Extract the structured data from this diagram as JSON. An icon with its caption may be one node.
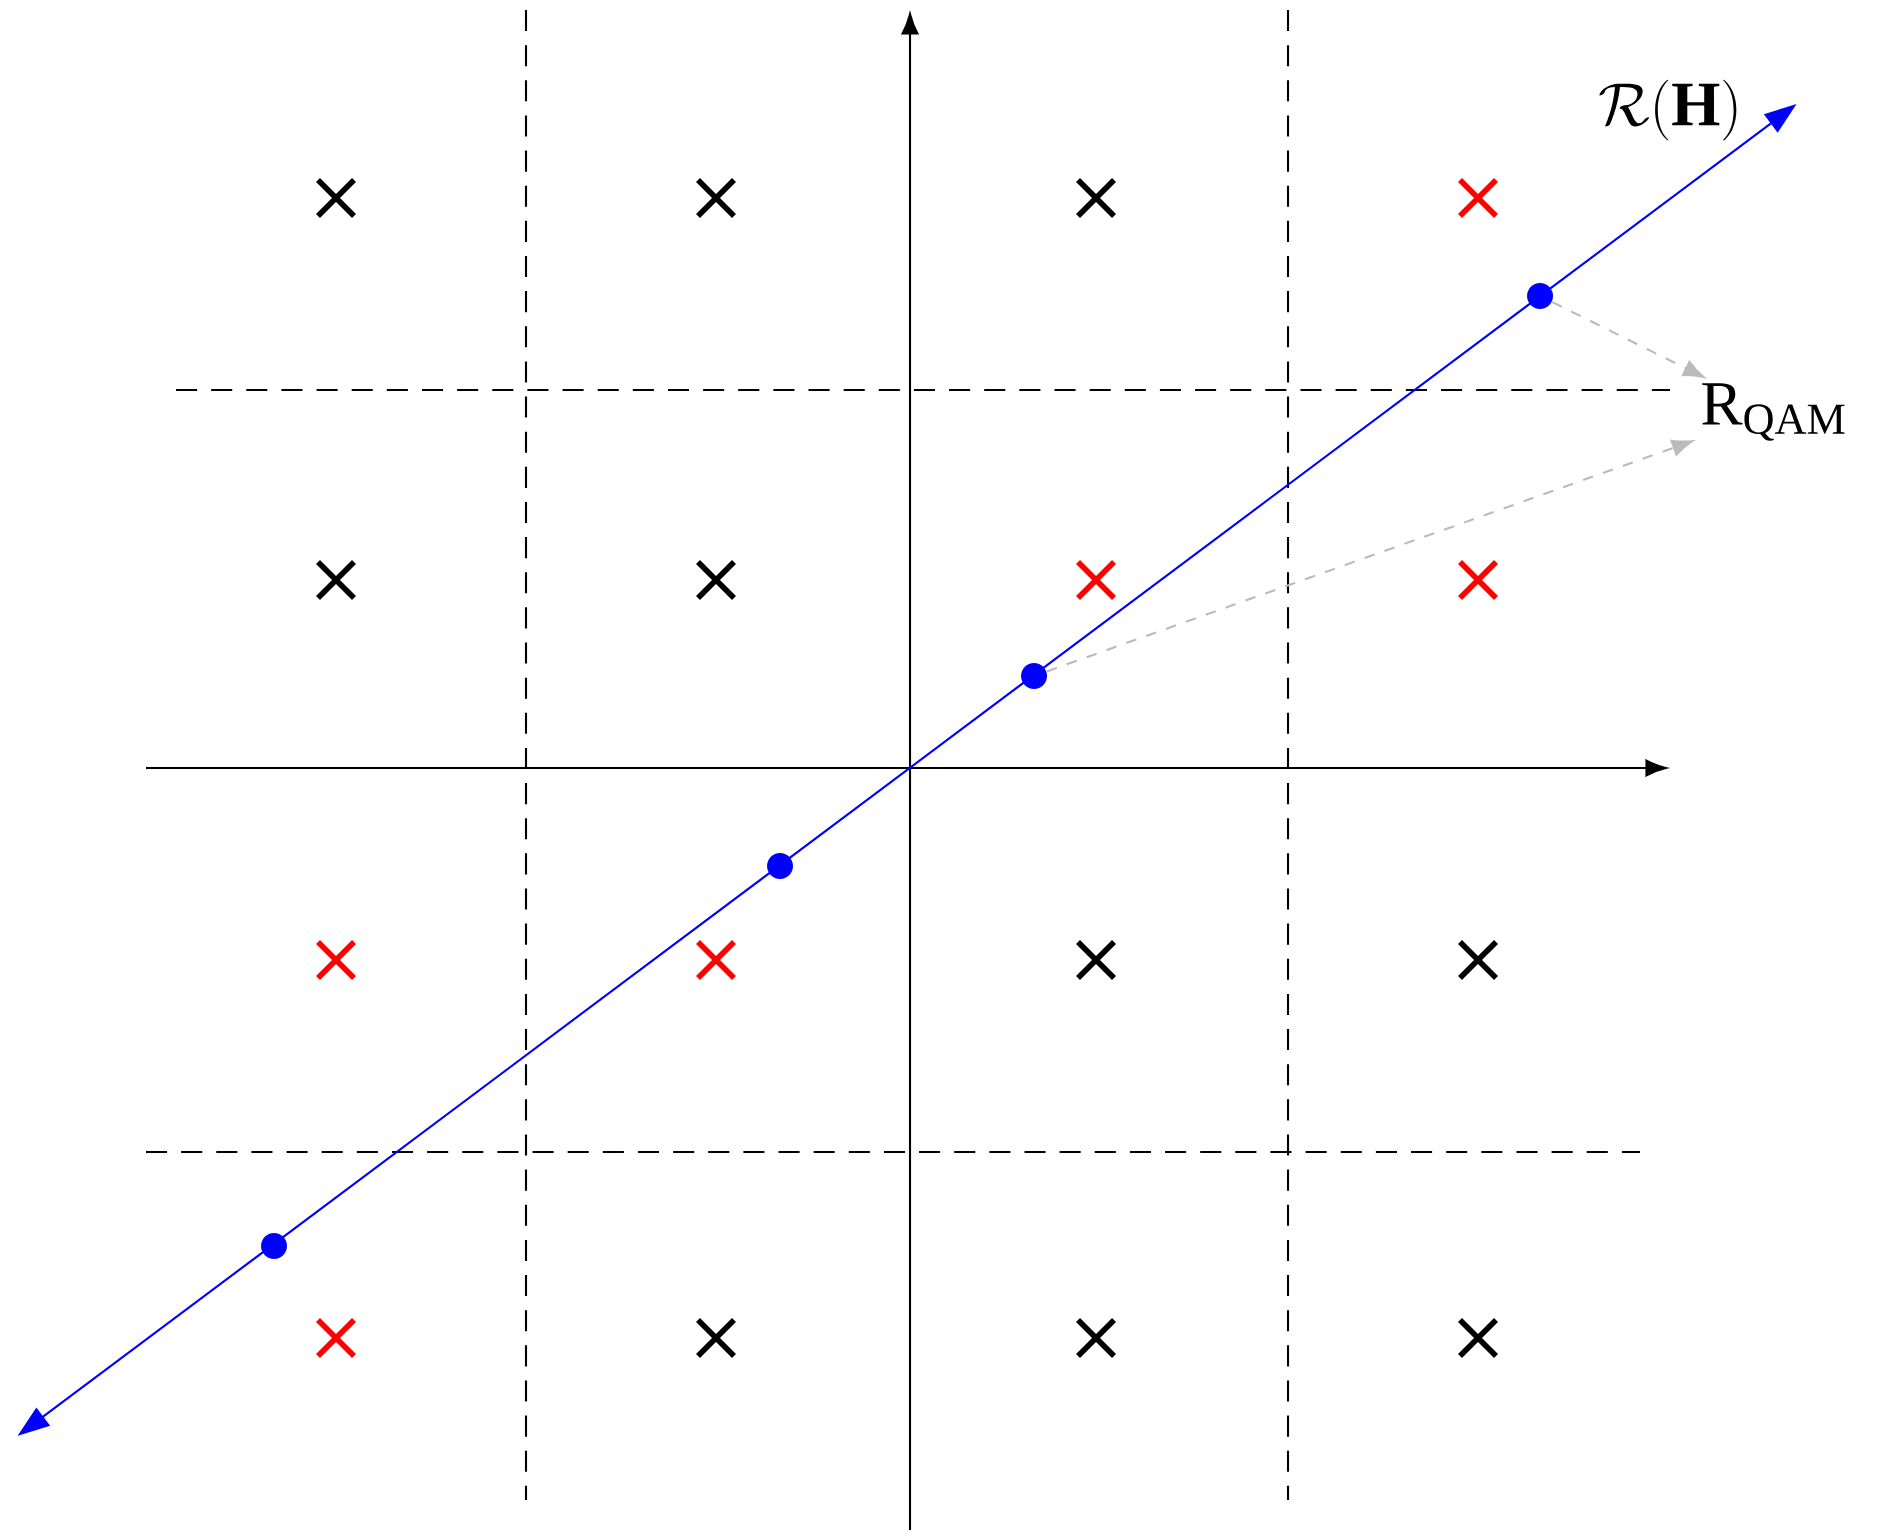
{
  "diagram": {
    "nodes": [
      {
        "text": [
          "\\mathrm{R}_{\\mathrm{QAM}}"
        ]
      },
      {
        "text": [],
        "shape": "circle"
      },
      {
        "text": [],
        "shape": "circle"
      },
      {
        "text": [],
        "shape": "circle"
      },
      {
        "text": [],
        "shape": "circle"
      }
    ],
    "edges": [
      {
        "from": 4,
        "to": 0,
        "arrow": "to",
        "style": "dashed",
        "color": "#bbbbbb"
      },
      {
        "from": 3,
        "to": 0,
        "arrow": "to",
        "style": "dashed",
        "color": "#bbbbbb"
      }
    ],
    "labels": [
      "\\mathcal{R}(\\mathbf{H})"
    ]
  }
}
